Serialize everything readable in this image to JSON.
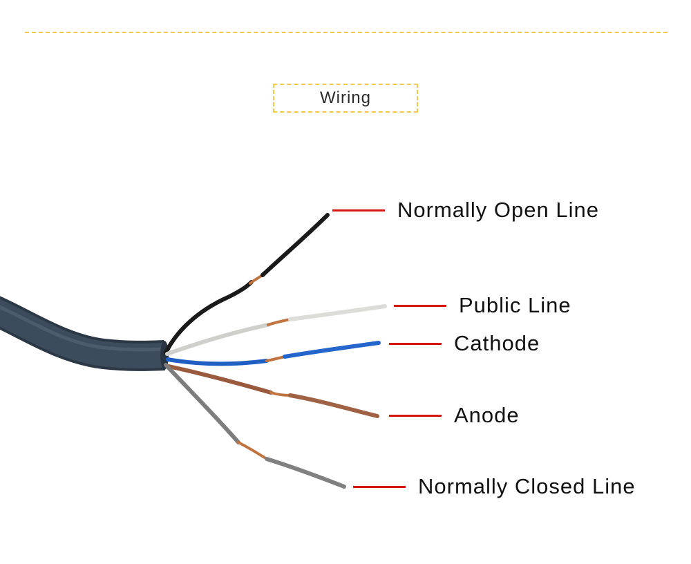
{
  "title": "Wiring",
  "colors": {
    "accent_dash": "#f2c84a",
    "leader_line": "#d8140f",
    "cable_jacket": "#3d4c5c",
    "wire_black": "#1a1a1a",
    "wire_white": "#d9d9d6",
    "wire_blue": "#1f5fc4",
    "wire_brown": "#9a5a3e",
    "wire_grey": "#7d7d7d",
    "copper": "#c0743f"
  },
  "wires": [
    {
      "label": "Normally Open Line",
      "color": "black"
    },
    {
      "label": "Public Line",
      "color": "white"
    },
    {
      "label": "Cathode",
      "color": "blue"
    },
    {
      "label": "Anode",
      "color": "brown"
    },
    {
      "label": "Normally Closed Line",
      "color": "grey"
    }
  ]
}
